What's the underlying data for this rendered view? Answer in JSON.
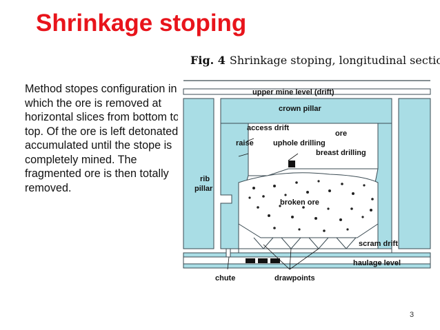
{
  "slide": {
    "title": "Shrinkage stoping",
    "description": "Method stopes configuration in which the ore is removed at horizontal slices from bottom to top. Of the ore is left detonated accumulated until the stope is completely mined. The fragmented ore is then totally removed.",
    "page_number": "3"
  },
  "figure": {
    "number": "Fig. 4",
    "caption": "Shrinkage stoping, longitudinal section.",
    "labels": {
      "upper_mine_level": "upper mine level (drift)",
      "crown_pillar": "crown pillar",
      "access_drift": "access drift",
      "ore": "ore",
      "raise": "raise",
      "uphole_drilling": "uphole drilling",
      "breast_drilling": "breast drilling",
      "rib": "rib",
      "pillar": "pillar",
      "broken_ore": "broken ore",
      "scram_drift": "scram drift",
      "haulage_level": "haulage level",
      "chute": "chute",
      "drawpoints": "drawpoints"
    },
    "colors": {
      "rock": "#a9dde5",
      "ore": "#ffffff",
      "outline": "#3a4a52",
      "title": "#e8141b"
    }
  }
}
